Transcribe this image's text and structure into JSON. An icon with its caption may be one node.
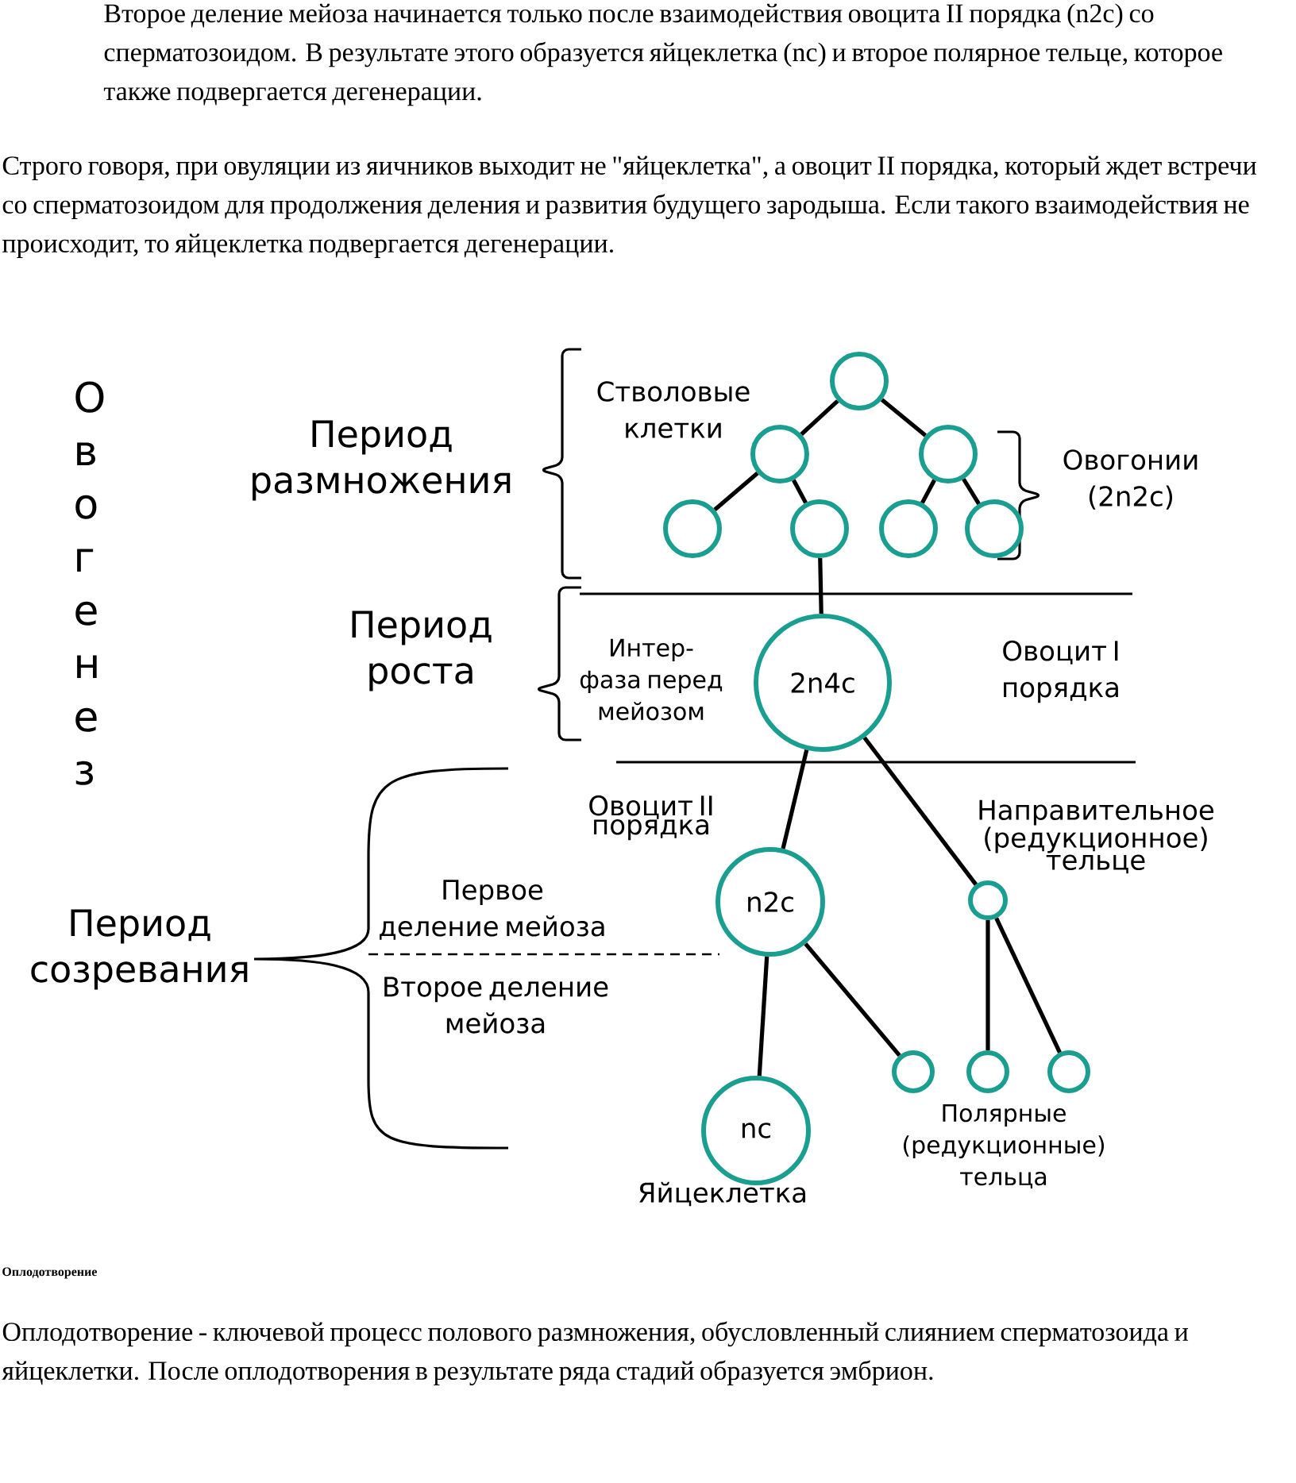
{
  "diagram": {
    "nodes": [
      {
        "text": [],
        "shape": "circle"
      },
      {
        "text": [],
        "shape": "circle"
      },
      {
        "text": [],
        "shape": "circle"
      },
      {
        "text": [],
        "shape": "circle"
      },
      {
        "text": [],
        "shape": "circle"
      },
      {
        "text": [],
        "shape": "circle"
      },
      {
        "text": [],
        "shape": "circle"
      },
      {
        "text": [
          "2n4c"
        ]
      },
      {
        "text": [
          "n2c"
        ],
        "beside": [
          "Овоцит II порядка"
        ]
      },
      {
        "text": [],
        "shape": "circle",
        "beside": [
          "Направительное (редукционное) тельце"
        ]
      },
      {
        "text": [
          "nc"
        ],
        "beside": [
          "Яйцеклетка"
        ]
      },
      {
        "text": [],
        "shape": "circle"
      },
      {
        "text": [],
        "shape": "circle"
      },
      {
        "text": [],
        "shape": "circle"
      }
    ],
    "edges": [
      {
        "from": 0,
        "to": 1,
        "arrow": "none"
      },
      {
        "from": 0,
        "to": 2,
        "arrow": "none"
      },
      {
        "from": 1,
        "to": 3,
        "arrow": "none"
      },
      {
        "from": 1,
        "to": 4,
        "arrow": "none"
      },
      {
        "from": 2,
        "to": 5,
        "arrow": "none"
      },
      {
        "from": 2,
        "to": 6,
        "arrow": "none"
      },
      {
        "from": 4,
        "to": 7,
        "arrow": "none"
      },
      {
        "from": 7,
        "to": 8,
        "arrow": "none"
      },
      {
        "from": 7,
        "to": 9,
        "arrow": "none"
      },
      {
        "from": 8,
        "to": 10,
        "arrow": "none"
      },
      {
        "from": 8,
        "to": 11,
        "arrow": "none"
      },
      {
        "from": 9,
        "to": 12,
        "arrow": "none"
      },
      {
        "from": 9,
        "to": 13,
        "arrow": "none"
      }
    ],
    "labels": [
      "Второе деление мейоза начинается только после взаимодействия овоцита II порядка (n2c) со сперматозоидом. В результате этого образуется яйцеклетка (nc) и второе полярное тельце, которое также подвергается дегенерации.",
      "Строго говоря, при овуляции из яичников выходит не \"яйцеклетка\", а овоцит II порядка, который ждет встречи со сперматозоидом для продолжения деления и развития будущего зародыша. Если такого взаимодействия не происходит, то яйцеклетка подвергается дегенерации.",
      "Овогенез",
      "Период размножения",
      "Стволовые клетки",
      "Овогонии (2n2c)",
      "Период роста",
      "Интер-фаза перед мейозом",
      "Овоцит I порядка",
      "Первое деление мейоза",
      "Период созревания",
      "Второе деление мейоза",
      "Полярные (редукционные) тельца",
      "Оплодотворение",
      "Оплодотворение - ключевой процесс полового размножения, обусловленный слиянием сперматозоида и яйцеклетки. После оплодотворения в результате ряда стадий образуется эмбрион."
    ]
  }
}
